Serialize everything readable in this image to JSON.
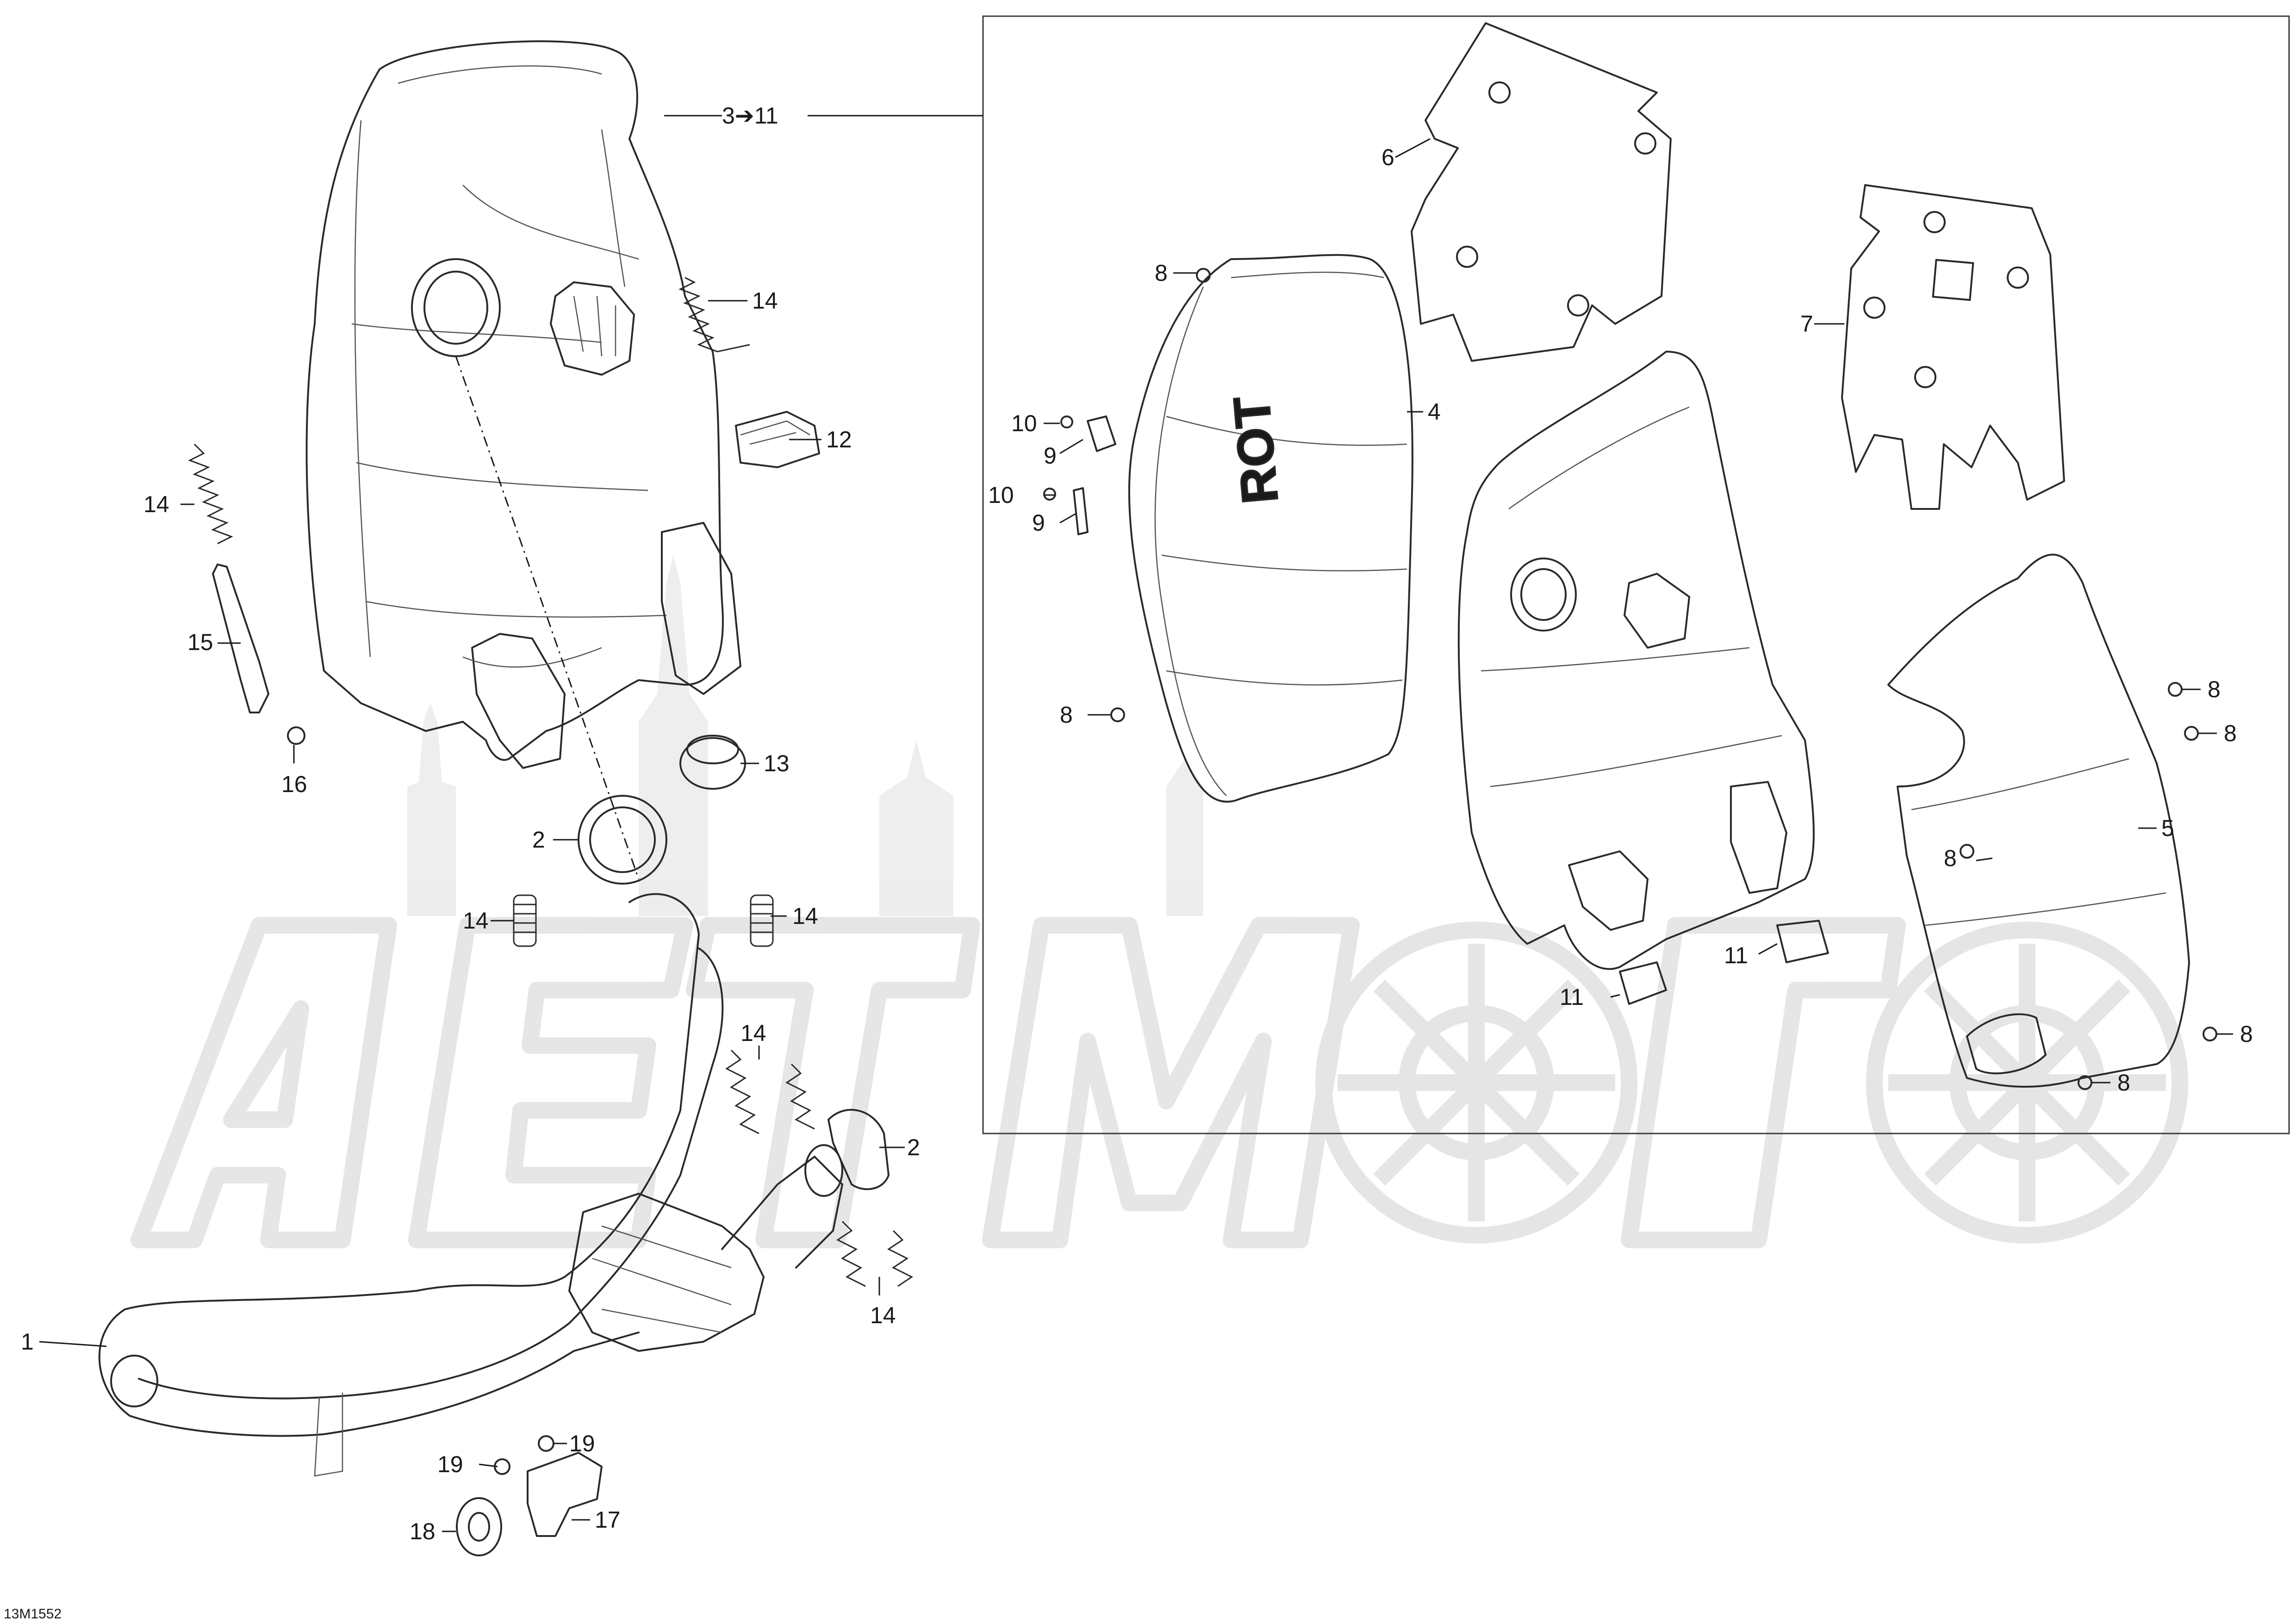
{
  "diagram_code": "13M1552",
  "watermark_text": "AETMOTO",
  "callouts": {
    "c1": "1",
    "c2a": "2",
    "c2b": "2",
    "c3_11": "3➔11",
    "c4": "4",
    "c5": "5",
    "c6": "6",
    "c7": "7",
    "c8a": "8",
    "c8b": "8",
    "c8c": "8",
    "c8d": "8",
    "c8e": "8",
    "c8f": "8",
    "c8g": "8",
    "c9a": "9",
    "c9b": "9",
    "c10a": "10",
    "c10b": "10",
    "c11a": "11",
    "c11b": "11",
    "c12": "12",
    "c13": "13",
    "c14a": "14",
    "c14b": "14",
    "c14c": "14",
    "c14d": "14",
    "c14e": "14",
    "c14f": "14",
    "c15": "15",
    "c16": "16",
    "c17": "17",
    "c18": "18",
    "c19a": "19",
    "c19b": "19"
  }
}
